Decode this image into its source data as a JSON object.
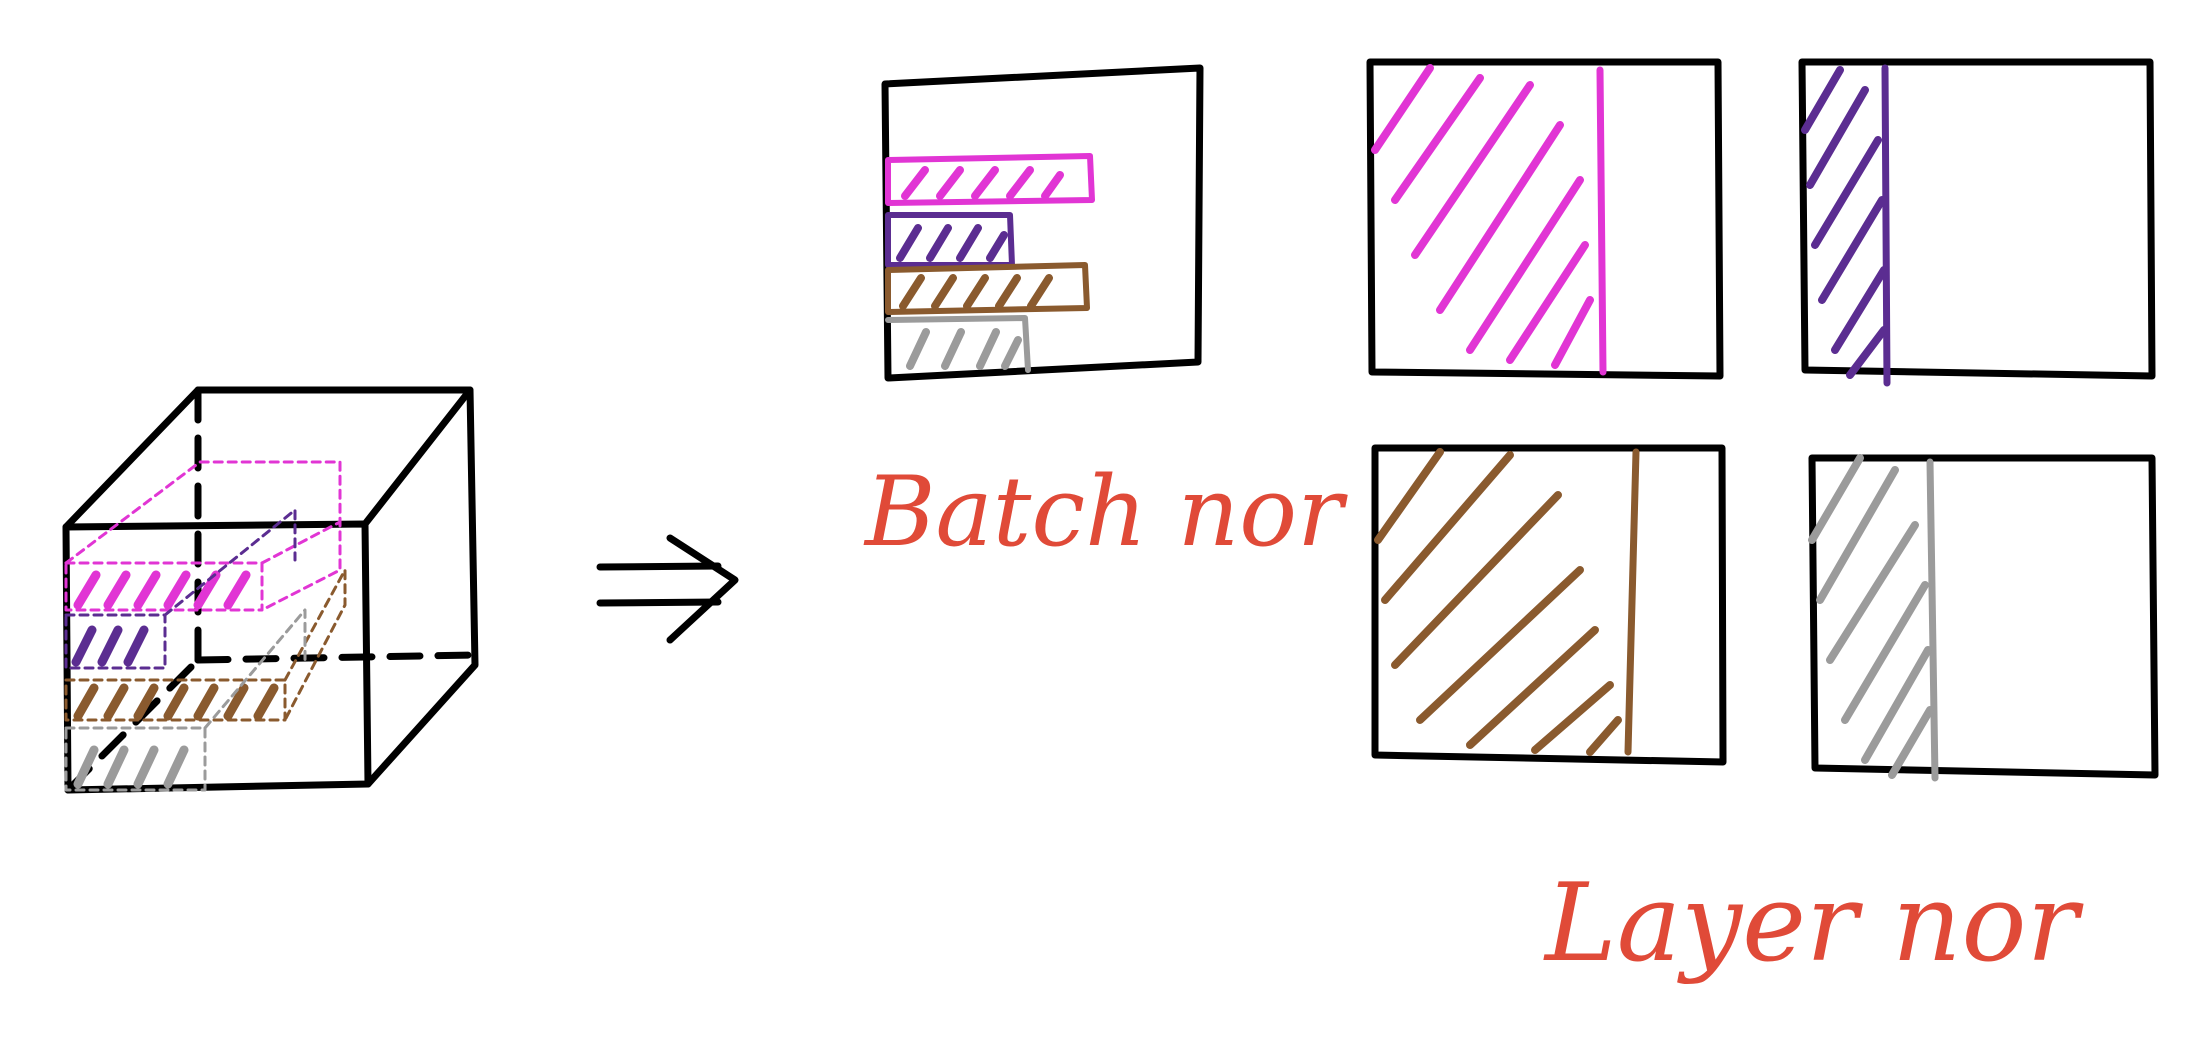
{
  "labels": {
    "batch_norm": "Batch nor",
    "layer_norm": "Layer nor"
  },
  "colors": {
    "ink": "#000000",
    "label": "#e04a38",
    "pink": "#e135d4",
    "purple": "#5b2d91",
    "brown": "#8a5a2e",
    "gray": "#9b9b9b"
  },
  "groups": [
    {
      "name": "pink",
      "color": "#e135d4"
    },
    {
      "name": "purple",
      "color": "#5b2d91"
    },
    {
      "name": "brown",
      "color": "#8a5a2e"
    },
    {
      "name": "gray",
      "color": "#9b9b9b"
    }
  ]
}
